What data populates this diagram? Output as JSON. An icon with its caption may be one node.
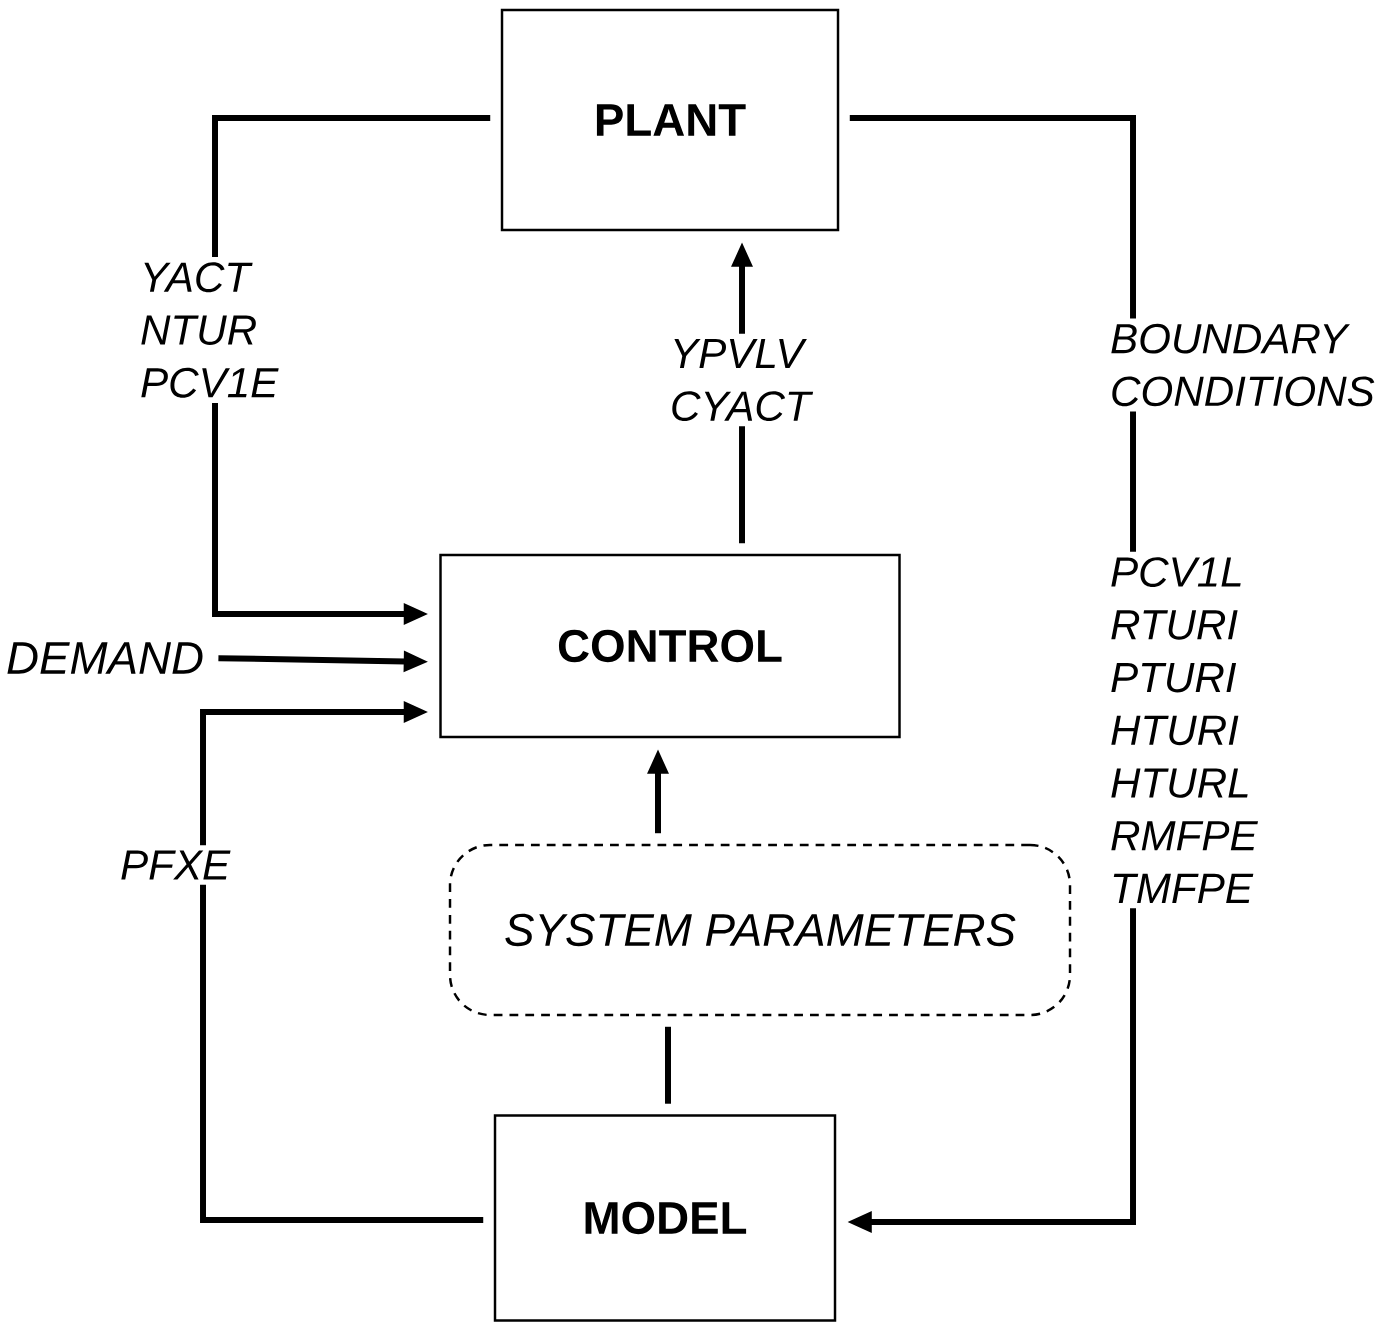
{
  "diagram": {
    "nodes": [
      {
        "text": [
          "PLANT"
        ]
      },
      {
        "text": [
          "CONTROL"
        ]
      },
      {
        "text": [
          "MODEL"
        ]
      },
      {
        "text": [
          "SYSTEM PARAMETERS"
        ]
      },
      {
        "text": [
          "DEMAND"
        ]
      }
    ],
    "edges": [
      {
        "from": 0,
        "to": 1,
        "arrow": "to",
        "label": "YACT NTUR PCV1E"
      },
      {
        "from": 1,
        "to": 0,
        "arrow": "to",
        "label": "YPVLV CYACT"
      },
      {
        "from": 4,
        "to": 1,
        "arrow": "to"
      },
      {
        "from": 2,
        "to": 1,
        "arrow": "to",
        "label": "PFXE"
      },
      {
        "from": 3,
        "to": 1,
        "arrow": "to"
      },
      {
        "from": 2,
        "to": 3,
        "arrow": "none"
      },
      {
        "from": 0,
        "to": 2,
        "arrow": "to",
        "label": "BOUNDARY CONDITIONS"
      }
    ],
    "labels": [
      "PCV1L RTURI PTURI HTURI HTURL RMFPE TMFPE"
    ]
  }
}
